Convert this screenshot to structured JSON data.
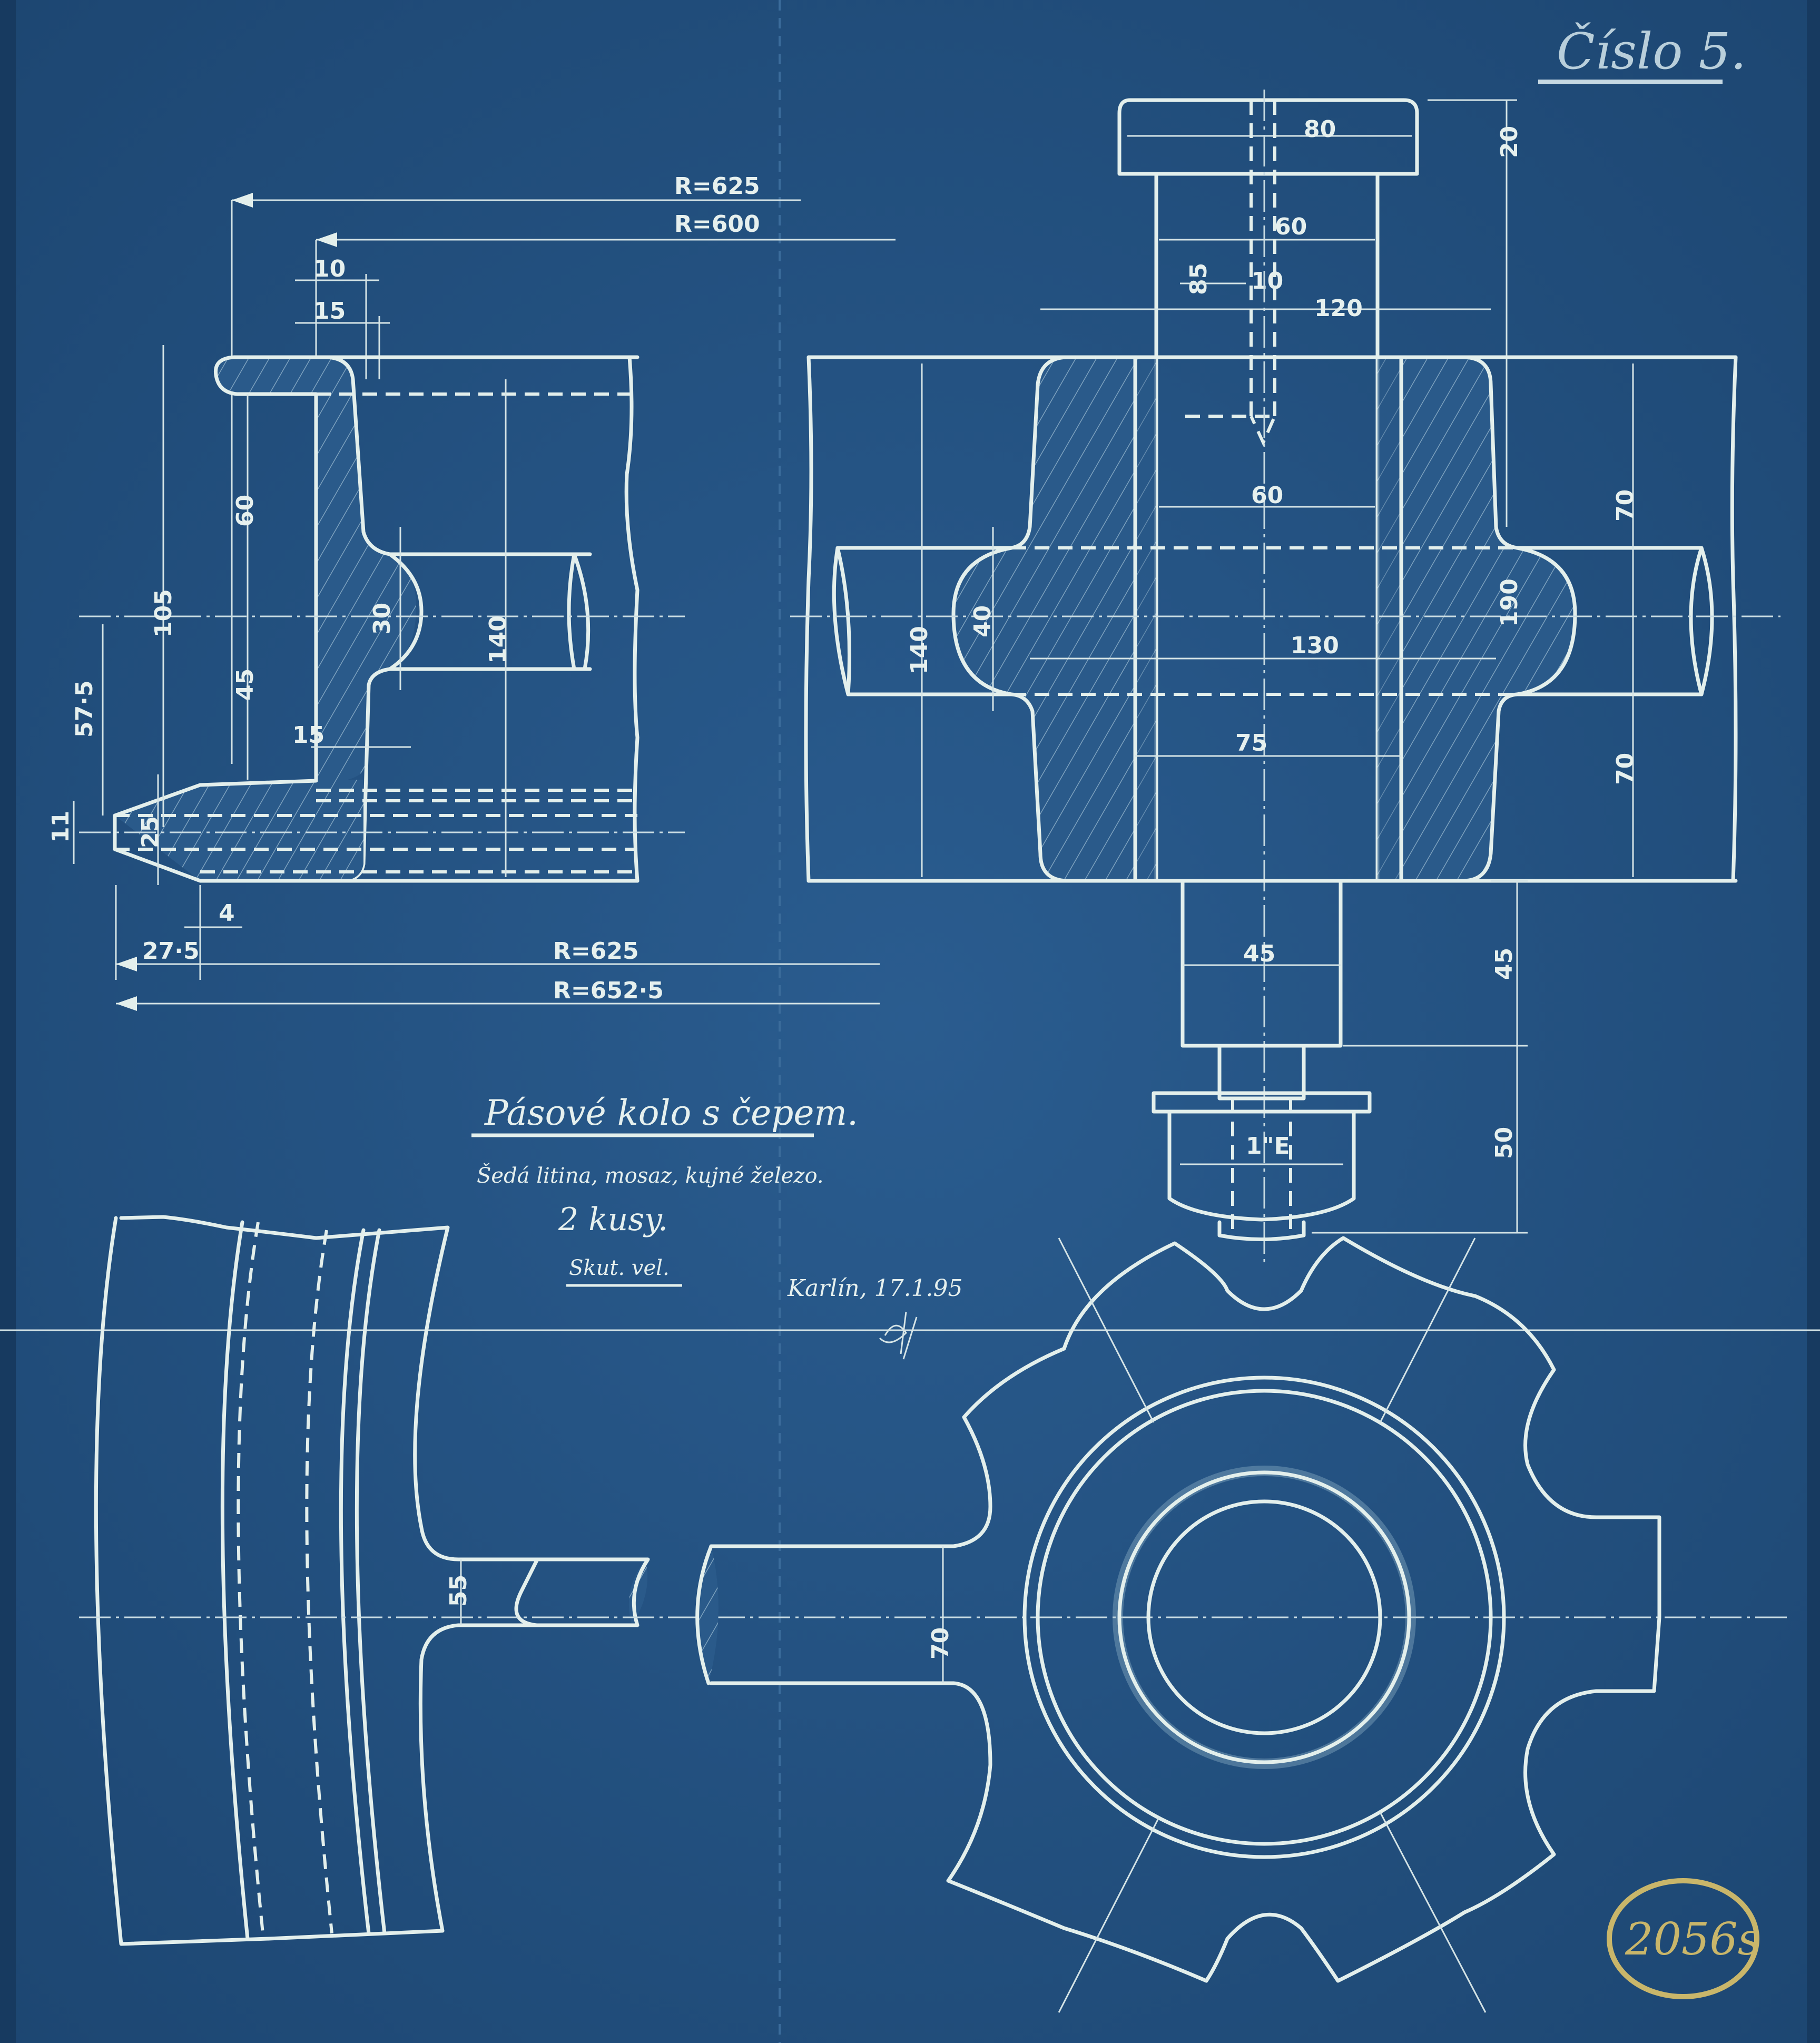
{
  "sheet": {
    "sheet_number_label": "Číslo 5.",
    "archive_stamp": "2056s",
    "colors": {
      "paper": "#1f4a78",
      "line": "#e3efec",
      "stamp": "#c9b66a"
    }
  },
  "title_block": {
    "title": "Pásové kolo s čepem.",
    "materials": "Šedá litina, mosaz, kujné železo.",
    "quantity": "2 kusy.",
    "scale": "Skut. vel.",
    "place_date": "Karlín, 17.1.95",
    "signature": "signature"
  },
  "views": {
    "rim_section": {
      "dims": {
        "r625_top": "R=625",
        "r600": "R=600",
        "w10": "10",
        "w15_top": "15",
        "h60": "60",
        "h105": "105",
        "h30": "30",
        "h140": "140",
        "h45": "45",
        "h57_5": "57·5",
        "w15_bottom": "15",
        "h11": "11",
        "h25": "25",
        "w4": "4",
        "w27_5": "27·5",
        "r625_bottom": "R=625",
        "r652_5": "R=652·5"
      }
    },
    "hub_section": {
      "dims": {
        "head80": "80",
        "head20": "20",
        "shaft60_top": "60",
        "depth85": "85",
        "bore10": "10",
        "len120": "120",
        "bore60": "60",
        "h70_top": "70",
        "h190": "190",
        "h140": "140",
        "h40": "40",
        "w130": "130",
        "w75": "75",
        "h70_bottom": "70",
        "pin45_w": "45",
        "pin45_h": "45",
        "thread": "1\"E",
        "nut50": "50"
      }
    },
    "rim_elevation": {
      "dims": {
        "spoke55": "55"
      }
    },
    "hub_elevation": {
      "dims": {
        "spoke70": "70"
      }
    }
  }
}
